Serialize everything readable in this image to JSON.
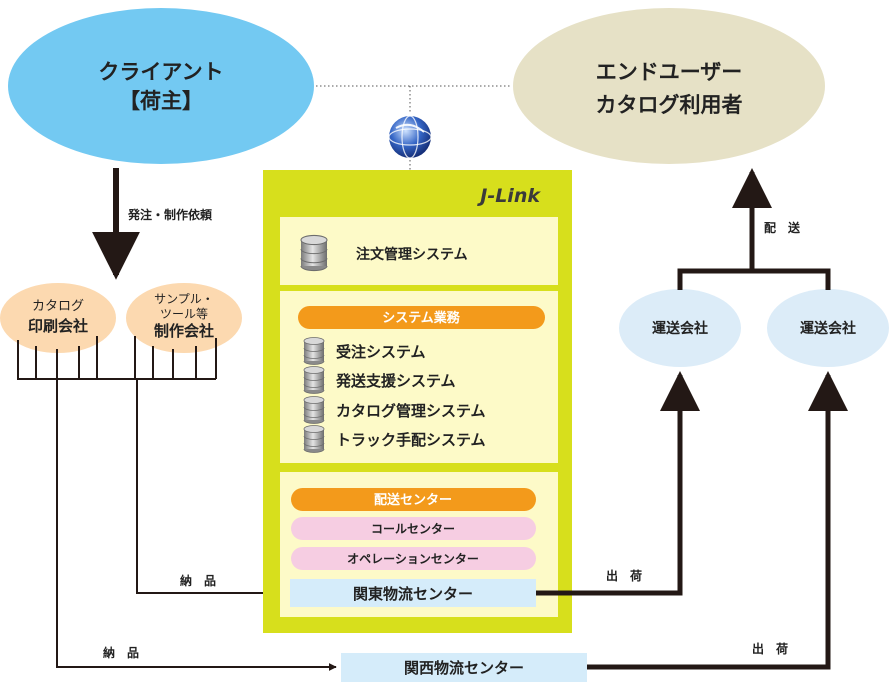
{
  "client": {
    "line1": "クライアント",
    "line2": "【荷主】"
  },
  "end_user": {
    "line1": "エンドユーザー",
    "line2": "カタログ利用者"
  },
  "brand": "J-Link",
  "labels": {
    "order_request": "発注・制作依頼",
    "delivery": "配　送",
    "nouhin": "納　品",
    "shukka": "出　荷"
  },
  "printer": {
    "line1": "カタログ",
    "line2": "印刷会社"
  },
  "maker": {
    "line1": "サンプル・",
    "line2": "ツール等",
    "line3": "制作会社"
  },
  "carriers": [
    "運送会社",
    "運送会社"
  ],
  "order_system": "注文管理システム",
  "system_ops": {
    "title": "システム業務",
    "items": [
      "受注システム",
      "発送支援システム",
      "カタログ管理システム",
      "トラック手配システム"
    ]
  },
  "centers": {
    "haisou": "配送センター",
    "call": "コールセンター",
    "operation": "オペレーションセンター",
    "kanto": "関東物流センター",
    "kansai": "関西物流センター"
  },
  "colors": {
    "client_fill": "#73c9f2",
    "enduser_fill": "#e6e1c6",
    "company_fill": "#fcd9b0",
    "carrier_fill": "#dcecf8",
    "jlink_frame": "#d7df1c",
    "panel_fill": "#fdfac8",
    "orange_bar": "#f39a1b",
    "pink_bar": "#f6cde2",
    "center_fill": "#d5ecfa",
    "arrow": "#231815"
  }
}
